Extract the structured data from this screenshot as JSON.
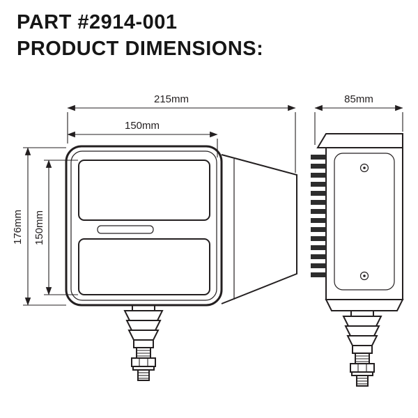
{
  "header": {
    "part_line": "PART #2914-001",
    "dimensions_line": "PRODUCT DIMENSIONS:"
  },
  "diagram": {
    "front_view": {
      "overall_width": "215mm",
      "inner_width": "150mm",
      "overall_height": "176mm",
      "inner_height": "150mm"
    },
    "side_view": {
      "overall_depth": "85mm"
    }
  },
  "colors": {
    "line": "#231f20",
    "text": "#161616",
    "background": "#ffffff"
  }
}
